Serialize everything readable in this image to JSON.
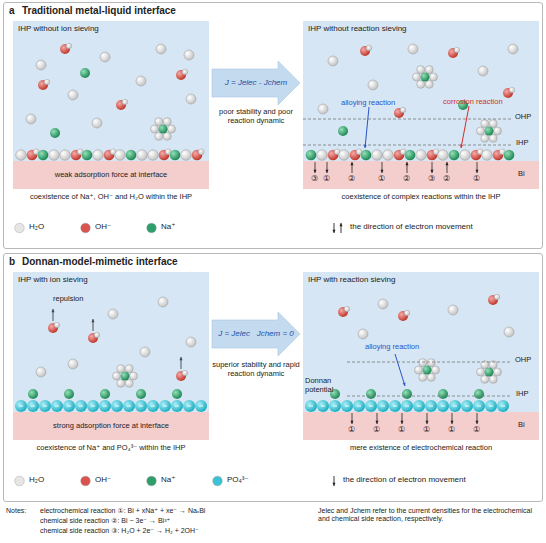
{
  "diagram": {
    "nodes": [
      {
        "text": [
          "a",
          "Traditional metal-liquid interface"
        ]
      },
      {
        "text": [
          "IHP without ion sieving"
        ],
        "in": 0
      },
      {
        "text": [
          "IHP without reaction sieving"
        ],
        "in": 0
      },
      {
        "text": [
          "b",
          "Donnan-model-mimetic interface"
        ]
      },
      {
        "text": [
          "IHP with ion sieving"
        ],
        "in": 3
      },
      {
        "text": [
          "IHP with reaction sieving"
        ],
        "in": 3
      }
    ],
    "edges": [
      {
        "from": 1,
        "to": 2,
        "arrow": "to",
        "label": "J = Jelec - Jchem"
      },
      {
        "from": 4,
        "to": 5,
        "arrow": "to",
        "label": "J = Jelec   Jchem = 0"
      }
    ],
    "labels": [
      "poor stability and poor reaction dynamic",
      "weak adsorption force at interface",
      "coexistence of Na⁺, OH⁻ and H₂O within the IHP",
      "alloying reaction",
      "corrosion reaction",
      "OHP",
      "IHP",
      "Bi",
      "③",
      "①",
      "②",
      "①",
      "②",
      "③",
      "②",
      "①",
      "coexistence of complex reactions within the IHP",
      "repulsion",
      "superior stability and rapid reaction dynamic",
      "strong adsorption force at interface",
      "coexistence of Na⁺ and PO₄³⁻ within the IHP",
      "alloying reaction",
      "Donnan potential",
      "OHP",
      "IHP",
      "Bi",
      "①",
      "①",
      "①",
      "①",
      "①",
      "①",
      "mere existence of electrochemical reaction",
      "Notes:",
      "electrochemical reaction ①: Bi + xNa⁺ + xe⁻ → NaₓBi",
      "chemical side reaction ②: Bi − 3e⁻ → Bi³⁺",
      "chemical side reaction ③: H₂O + 2e⁻ → H₂ + 2OH⁻",
      "Jelec and Jchem refer to the current densities for the electrochemical and chemical side reaction, respectively."
    ],
    "legend": [
      {
        "text": "H₂O",
        "color": "#e6e6e6"
      },
      {
        "text": "OH⁻",
        "color": "#d9534f"
      },
      {
        "text": "Na⁺",
        "color": "#2e9e6b"
      },
      {
        "text": "the direction of electron movement"
      },
      {
        "text": "H₂O",
        "color": "#e6e6e6"
      },
      {
        "text": "OH⁻",
        "color": "#d9534f"
      },
      {
        "text": "Na⁺",
        "color": "#2e9e6b"
      },
      {
        "text": "PO₄³⁻",
        "color": "#3cc3d3"
      },
      {
        "text": "the direction of electron movement"
      }
    ]
  }
}
